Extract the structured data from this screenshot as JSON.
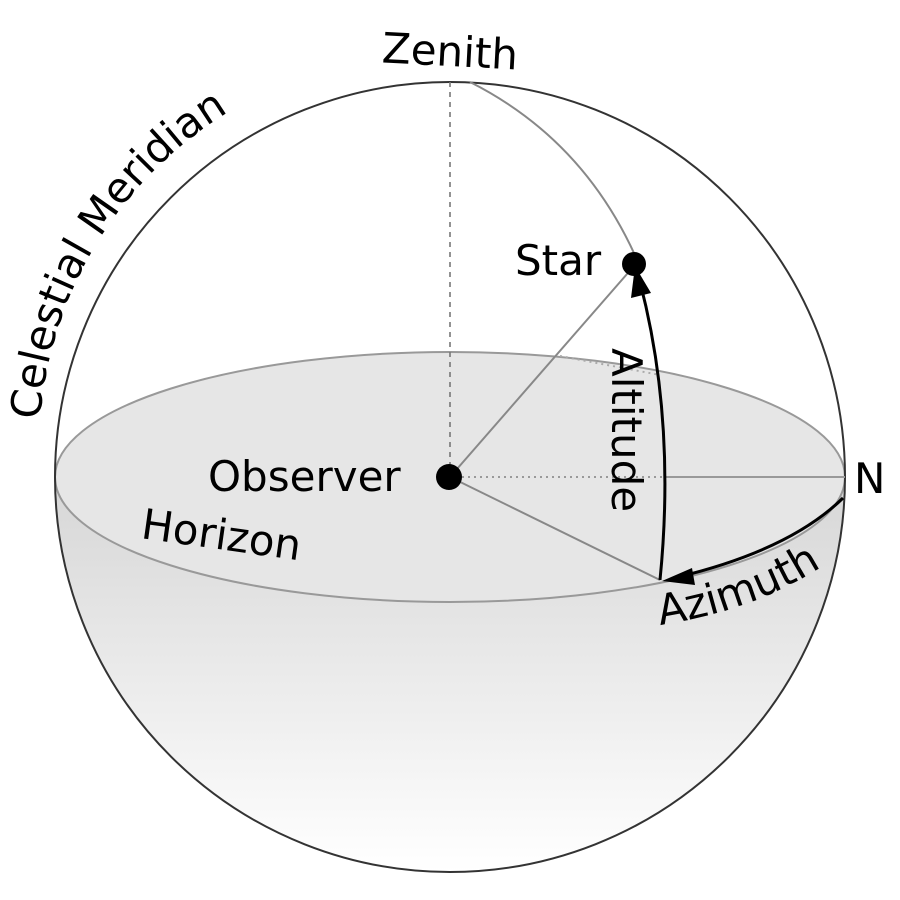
{
  "diagram": {
    "labels": {
      "zenith": "Zenith",
      "celestial_meridian": "Celestial Meridian",
      "star": "Star",
      "observer": "Observer",
      "north": "N",
      "horizon": "Horizon",
      "altitude": "Altitude",
      "azimuth": "Azimuth"
    },
    "colors": {
      "background": "#ffffff",
      "outline": "#333333",
      "horizon_fill": "#e6e6e6",
      "lower_hemisphere_top": "#d9d9d9",
      "lower_hemisphere_bottom": "#ffffff",
      "guide_lines": "#888888",
      "arrows": "#000000"
    }
  }
}
